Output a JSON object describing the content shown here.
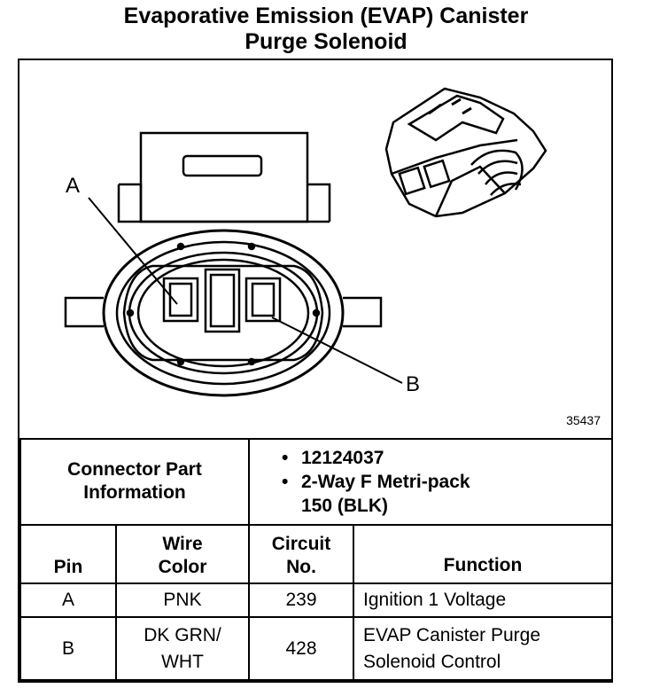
{
  "title": {
    "line1": "Evaporative Emission (EVAP) Canister",
    "line2": "Purge Solenoid"
  },
  "figure": {
    "pin_a_label": "A",
    "pin_b_label": "B",
    "figure_number": "35437"
  },
  "connector_info": {
    "label_line1": "Connector Part",
    "label_line2": "Information",
    "items": [
      "12124037",
      "2-Way F Metri-pack",
      "150 (BLK)"
    ],
    "bullet": "•"
  },
  "pin_table": {
    "headers": {
      "pin": "Pin",
      "wire_color_line1": "Wire",
      "wire_color_line2": "Color",
      "circuit_line1": "Circuit",
      "circuit_line2": "No.",
      "function": "Function"
    },
    "rows": [
      {
        "pin": "A",
        "wire_line1": "PNK",
        "wire_line2": "",
        "circuit": "239",
        "function_line1": "Ignition 1 Voltage",
        "function_line2": ""
      },
      {
        "pin": "B",
        "wire_line1": "DK GRN/",
        "wire_line2": "WHT",
        "circuit": "428",
        "function_line1": "EVAP Canister Purge",
        "function_line2": "Solenoid Control"
      }
    ]
  }
}
